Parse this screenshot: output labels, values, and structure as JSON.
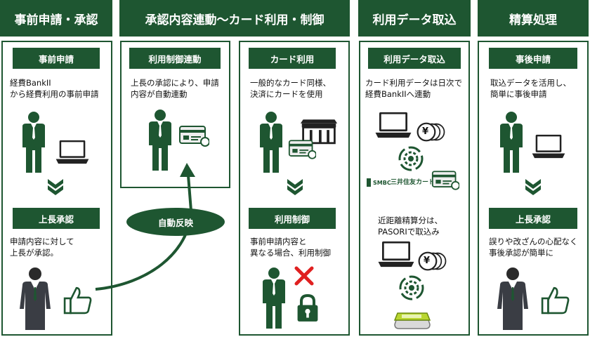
{
  "headers": {
    "pre_application": "事前申請・承認",
    "linkage": "承認内容連動～カード利用・制御",
    "import": "利用データ取込",
    "settlement": "精算処理"
  },
  "col1": {
    "box1": "事前申請",
    "desc1": [
      "経費BankII",
      "から経費利用の事前申請"
    ],
    "box2": "上長承認",
    "desc2": [
      "申請内容に対して",
      "上長が承認。"
    ]
  },
  "col2": {
    "box": "利用制御連動",
    "desc": [
      "上長の承認により、申請",
      "内容が自動連動"
    ],
    "bubble": "自動反映"
  },
  "col3": {
    "box1": "カード利用",
    "desc1": [
      "一般的なカード同様、",
      "決済にカードを使用"
    ],
    "box2": "利用制御",
    "desc2": [
      "事前申請内容と",
      "異なる場合、利用制御"
    ]
  },
  "col4": {
    "box": "利用データ取込",
    "desc1": [
      "カード利用データは日次で",
      "経費BankIIへ連動"
    ],
    "smbc_logo": "SMBC",
    "card_brand": "三井住友カード",
    "desc2": [
      "近距離精算分は、",
      "PASORIで取込み"
    ],
    "yen_symbol": "¥"
  },
  "col5": {
    "box1": "事後申請",
    "desc1": [
      "取込データを活用し、",
      "簡単に事後申請"
    ],
    "box2": "上長承認",
    "desc2": [
      "誤りや改ざんの心配なく",
      "事後承認が簡単に"
    ]
  },
  "colors": {
    "primary": "#1e5631",
    "accent_red": "#e02020",
    "pasori": "#b9d630"
  }
}
